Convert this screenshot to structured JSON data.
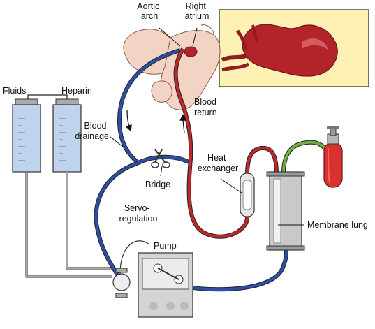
{
  "labels": {
    "aortic_arch": [
      "Aortic",
      "arch"
    ],
    "right_atrium": [
      "Right",
      "atrium"
    ],
    "fluids": "Fluids",
    "heparin": "Heparin",
    "blood_drainage": [
      "Blood",
      "drainage"
    ],
    "blood_return": [
      "Blood",
      "return"
    ],
    "bridge": "Bridge",
    "heat_exchanger": [
      "Heat",
      "exchanger"
    ],
    "servo_regulation": [
      "Servo-",
      "regulation"
    ],
    "pump": "Pump",
    "membrane_lung": "Membrane lung"
  },
  "colors": {
    "arterial": "#c0272d",
    "venous": "#2c4fa3",
    "oxygen": "#6fae3f",
    "inset_bg": "#fdf1b4",
    "skin": "#f3d3c4",
    "bag_fill": "#bfd3ec",
    "device_gray": "#c9c9c9"
  },
  "icons": {
    "bridge_clamp": "scissors-clamp-icon",
    "oxygen_tank": "gas-cylinder-icon"
  }
}
